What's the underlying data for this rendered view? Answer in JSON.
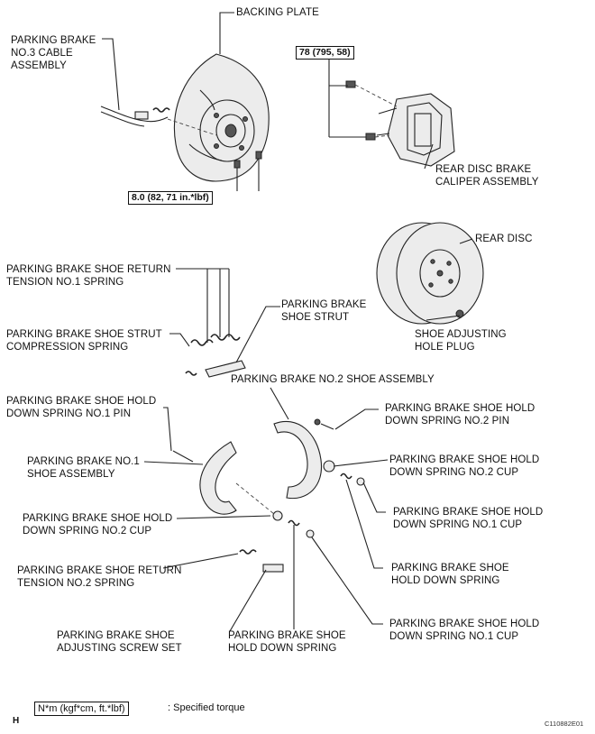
{
  "labels": {
    "backing_plate": "BACKING PLATE",
    "cable_assembly": "PARKING BRAKE\nNO.3 CABLE\nASSEMBLY",
    "caliper": "REAR DISC BRAKE\nCALIPER ASSEMBLY",
    "rear_disc": "REAR DISC",
    "return_spring_1": "PARKING BRAKE SHOE RETURN\nTENSION NO.1 SPRING",
    "shoe_strut": "PARKING BRAKE\nSHOE STRUT",
    "strut_spring": "PARKING BRAKE SHOE STRUT\nCOMPRESSION SPRING",
    "hole_plug": "SHOE ADJUSTING\nHOLE PLUG",
    "no2_shoe": "PARKING BRAKE NO.2 SHOE ASSEMBLY",
    "hold_pin_1": "PARKING BRAKE SHOE HOLD\nDOWN SPRING NO.1 PIN",
    "hold_pin_2": "PARKING BRAKE SHOE HOLD\nDOWN SPRING NO.2 PIN",
    "no1_shoe": "PARKING BRAKE NO.1\nSHOE ASSEMBLY",
    "cup2_right": "PARKING BRAKE SHOE HOLD\nDOWN SPRING NO.2 CUP",
    "cup1_right": "PARKING BRAKE SHOE HOLD\nDOWN SPRING NO.1 CUP",
    "cup2_left": "PARKING BRAKE SHOE HOLD\nDOWN SPRING NO.2 CUP",
    "hold_spring_right": "PARKING BRAKE SHOE\nHOLD DOWN SPRING",
    "return_spring_2": "PARKING BRAKE SHOE RETURN\nTENSION NO.2 SPRING",
    "cup1_bottom": "PARKING BRAKE SHOE HOLD\nDOWN SPRING NO.1 CUP",
    "adjusting_screw": "PARKING BRAKE SHOE\nADJUSTING SCREW SET",
    "hold_spring_bottom": "PARKING BRAKE SHOE\nHOLD DOWN SPRING"
  },
  "torques": {
    "caliper": "78 (795, 58)",
    "backing": "8.0 (82, 71 in.*lbf)"
  },
  "legend": {
    "box": "N*m (kgf*cm, ft.*lbf)",
    "text": ": Specified torque"
  },
  "corner_mark": "H",
  "figure_code": "C110882E01"
}
